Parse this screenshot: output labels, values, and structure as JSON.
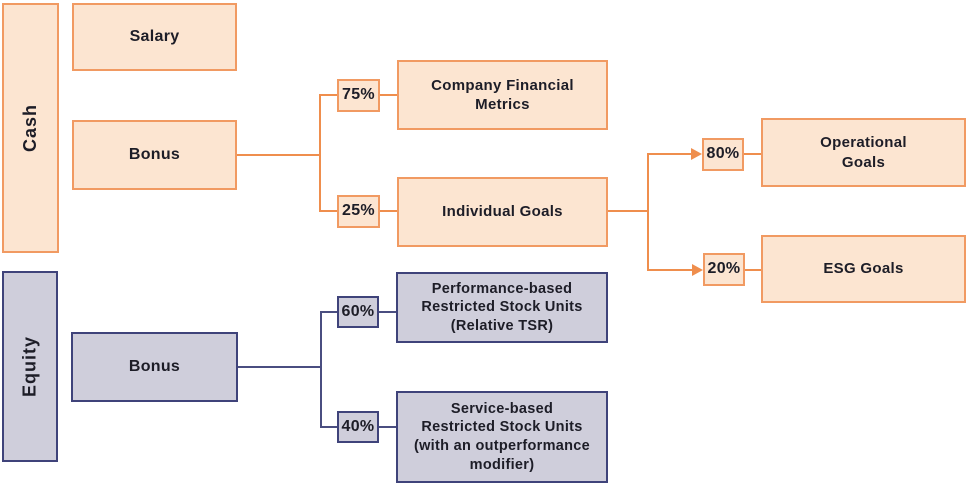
{
  "diagram": {
    "title_implicit": "Compensation structure flowchart",
    "cash": {
      "group_label": "Cash",
      "salary_label": "Salary",
      "bonus_label": "Bonus",
      "split_75_pct": "75%",
      "split_75_label": "Company Financial\nMetrics",
      "split_25_pct": "25%",
      "split_25_label": "Individual Goals",
      "split_80_pct": "80%",
      "split_80_label": "Operational\nGoals",
      "split_20_pct": "20%",
      "split_20_label": "ESG Goals"
    },
    "equity": {
      "group_label": "Equity",
      "bonus_label": "Bonus",
      "split_60_pct": "60%",
      "split_60_label": "Performance-based\nRestricted Stock Units\n(Relative TSR)",
      "split_40_pct": "40%",
      "split_40_label": "Service-based\nRestricted Stock Units\n(with an outperformance\nmodifier)"
    },
    "colors": {
      "cash_fill": "#FCE5D1",
      "cash_border": "#F19A62",
      "cash_connector": "#EF8E4D",
      "equity_fill": "#CFCEDB",
      "equity_border": "#3F437A",
      "equity_connector": "#4A4E80",
      "text": "#1D1D27"
    }
  }
}
